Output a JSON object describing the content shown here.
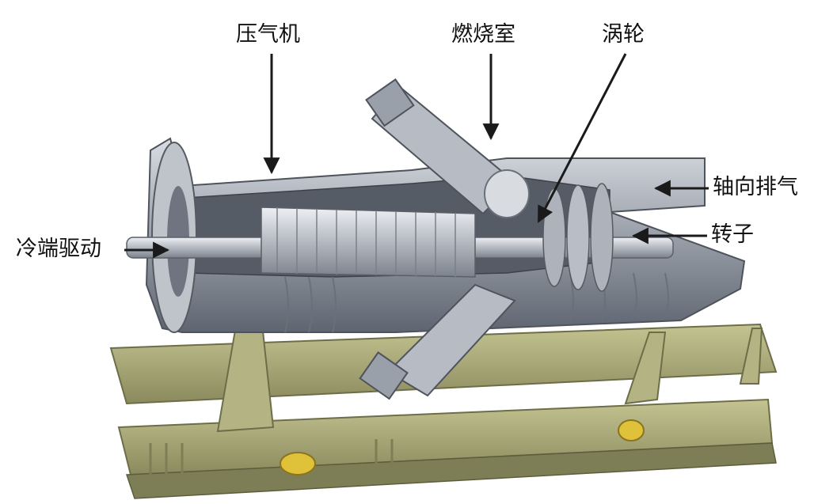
{
  "labels": {
    "compressor": "压气机",
    "combustor": "燃烧室",
    "turbine": "涡轮",
    "axial_exhaust": "轴向排气",
    "cold_end_drive": "冷端驱动",
    "rotor": "转子"
  },
  "colors": {
    "casing": "#a9aeb6",
    "casing_dark": "#6f7580",
    "rotor_metal": "#c9ced6",
    "base_frame": "#a8a878",
    "base_frame_dark": "#7e7e56",
    "mount_yellow": "#e0c23a",
    "arrow": "#1a1a1a"
  }
}
